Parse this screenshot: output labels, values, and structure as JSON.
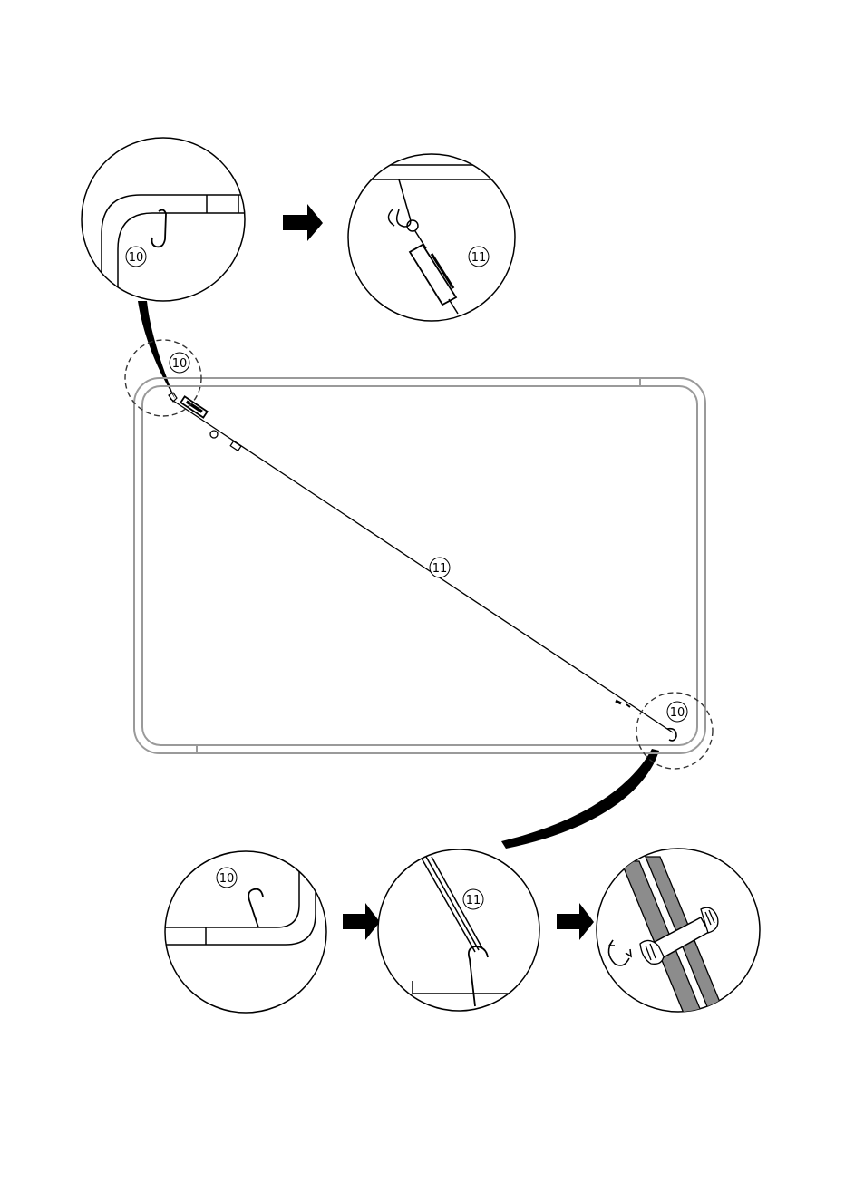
{
  "callouts": {
    "top_left_corner": "10",
    "bottom_right_corner": "10",
    "cable": "11",
    "detail_top_left_hook": "10",
    "detail_top_right_tensioner": "11",
    "detail_bottom_left_hook": "10",
    "detail_bottom_middle_cable": "11"
  },
  "icons": {
    "arrow": "right-arrow-icon",
    "rotate": "rotate-arrow-icon"
  },
  "colors": {
    "ink": "#000000",
    "frame": "#9a9a9a",
    "rod": "#8c8c8c"
  }
}
